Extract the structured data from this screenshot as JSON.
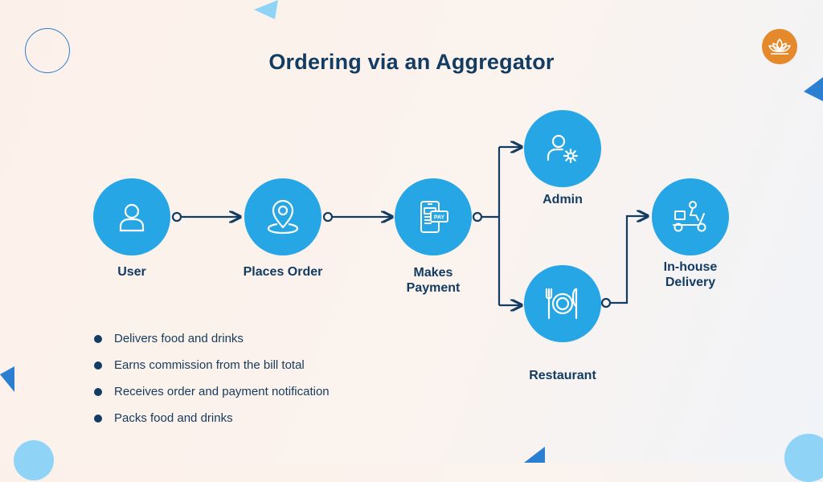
{
  "title": "Ordering via an Aggregator",
  "colors": {
    "node_fill": "#27a6e5",
    "connector": "#133c63",
    "title": "#133c63",
    "logo": "#e5892d",
    "decor_light_blue": "#8fd3f7",
    "decor_blue": "#2b7fd0"
  },
  "nodes": {
    "user": {
      "label": "User",
      "icon": "user-icon"
    },
    "places_order": {
      "label": "Places Order",
      "icon": "location-pin-icon"
    },
    "makes_payment": {
      "label_line1": "Makes",
      "label_line2": "Payment",
      "icon": "mobile-payment-icon"
    },
    "admin": {
      "label": "Admin",
      "icon": "user-gear-icon"
    },
    "restaurant": {
      "label": "Restaurant",
      "icon": "plate-cutlery-icon"
    },
    "delivery": {
      "label_line1": "In-house",
      "label_line2": "Delivery",
      "icon": "delivery-scooter-icon"
    }
  },
  "pay_badge": "PAY",
  "bullets": [
    "Delivers food and drinks",
    "Earns commission from the bill total",
    "Receives order and payment notification",
    "Packs food and drinks"
  ],
  "logo_icon": "lotus-icon"
}
